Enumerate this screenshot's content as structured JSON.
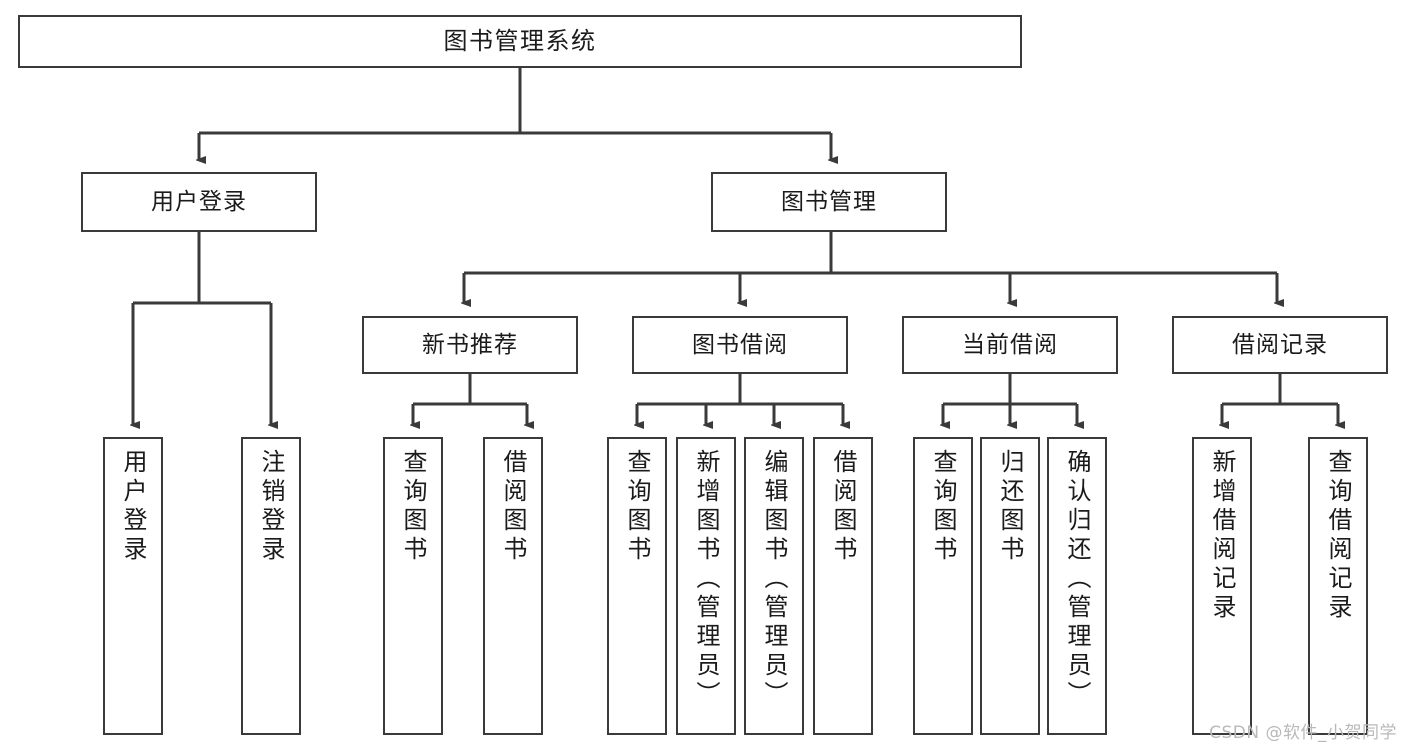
{
  "diagram": {
    "title": "图书管理系统",
    "type": "hierarchy-tree",
    "colors": {
      "box_border": "#3a3a3a",
      "box_fill": "#ffffff",
      "connector": "#3a3a3a",
      "text": "#1b1b1b",
      "watermark": "#b9b9b9",
      "background": "#ffffff"
    },
    "root": {
      "label": "图书管理系统"
    },
    "level2": [
      {
        "label": "用户登录"
      },
      {
        "label": "图书管理"
      }
    ],
    "level3": [
      {
        "label": "新书推荐"
      },
      {
        "label": "图书借阅"
      },
      {
        "label": "当前借阅"
      },
      {
        "label": "借阅记录"
      }
    ],
    "leaves": {
      "user_login": [
        {
          "label": "用户登录"
        },
        {
          "label": "注销登录"
        }
      ],
      "new_book": [
        {
          "label": "查询图书"
        },
        {
          "label": "借阅图书"
        }
      ],
      "book_borrow": [
        {
          "label": "查询图书"
        },
        {
          "label": "新增图书（管理员）"
        },
        {
          "label": "编辑图书（管理员）"
        },
        {
          "label": "借阅图书"
        }
      ],
      "current_borrow": [
        {
          "label": "查询图书"
        },
        {
          "label": "归还图书"
        },
        {
          "label": "确认归还（管理员）"
        }
      ],
      "borrow_record": [
        {
          "label": "新增借阅记录"
        },
        {
          "label": "查询借阅记录"
        }
      ]
    }
  },
  "watermark": {
    "text": "CSDN @软件_小贺同学"
  }
}
